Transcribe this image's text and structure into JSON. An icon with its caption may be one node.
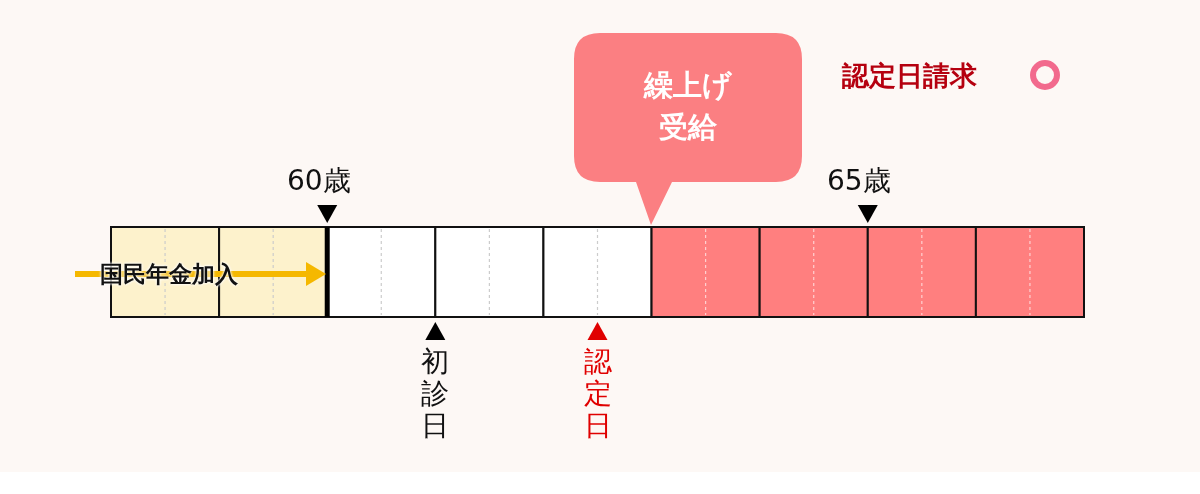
{
  "diagram": {
    "nodes": [
      {
        "text": [
          "繰上げ受給"
        ]
      }
    ],
    "edges": [],
    "labels": [
      "認定日請求",
      "60歳",
      "65歳",
      "国民年金加入",
      "初診日",
      "認定日"
    ]
  }
}
